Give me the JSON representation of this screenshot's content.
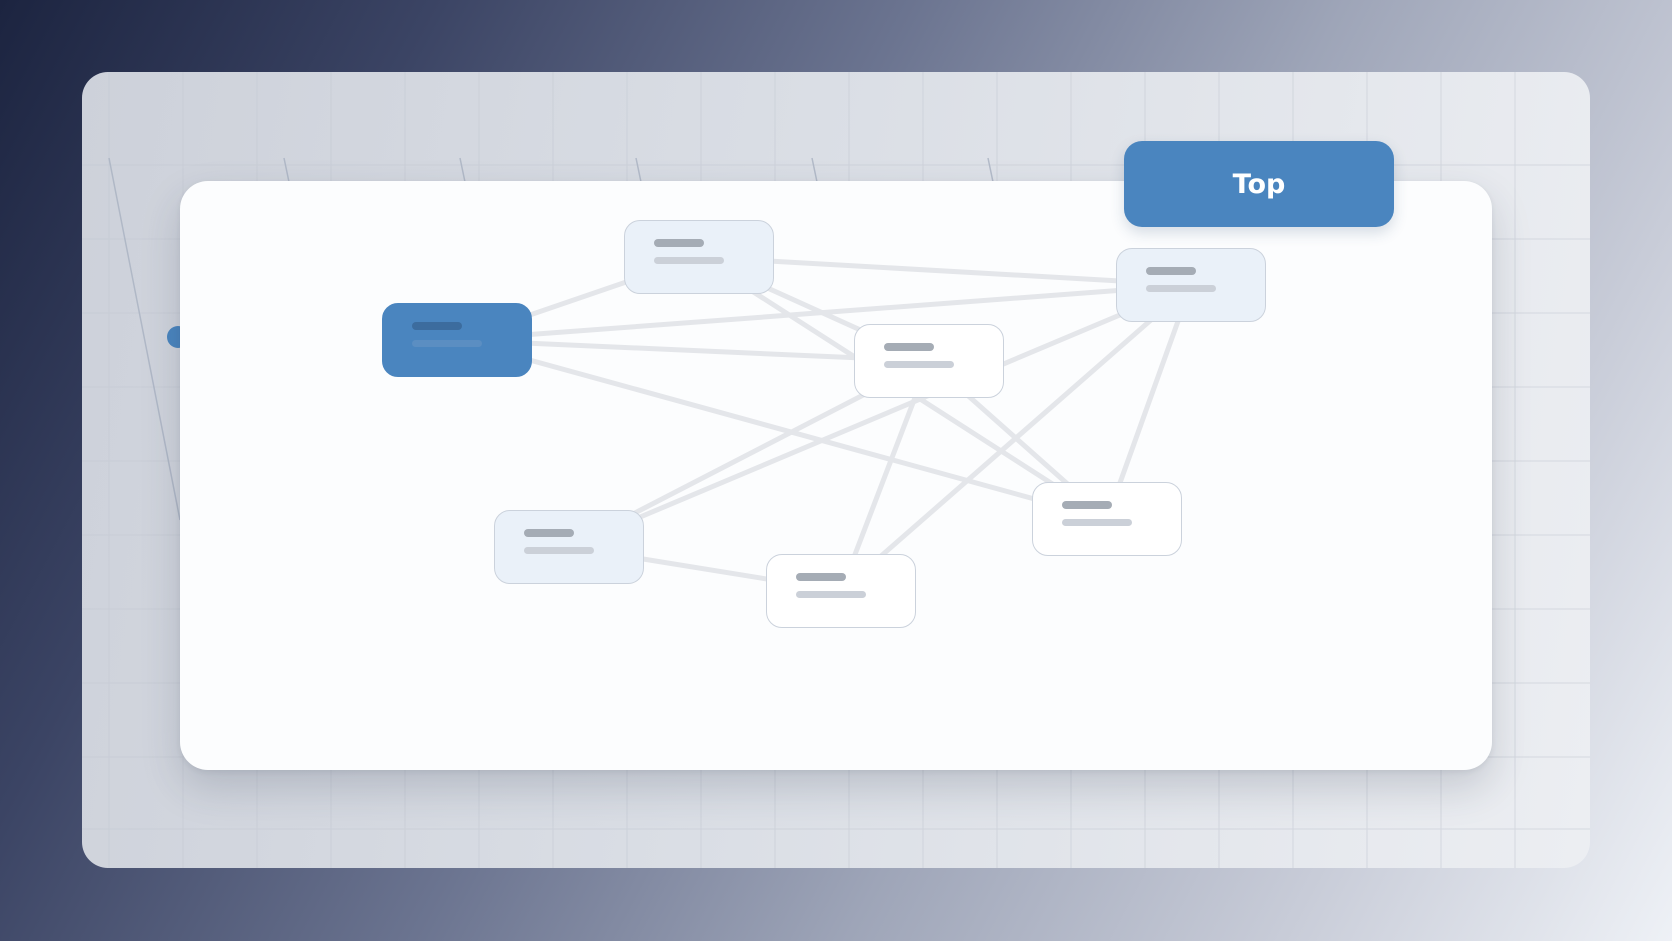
{
  "top_button": {
    "label": "Top"
  },
  "colors": {
    "accent": "#4a85bf",
    "card_background": "#fcfdfe",
    "node_tinted": "#eaf1f9",
    "edge": "#e4e6ea"
  },
  "diagram": {
    "nodes": [
      {
        "id": "n1",
        "style": "accent"
      },
      {
        "id": "n2",
        "style": "tinted"
      },
      {
        "id": "n3",
        "style": "tinted"
      },
      {
        "id": "n4",
        "style": "plain"
      },
      {
        "id": "n5",
        "style": "plain"
      },
      {
        "id": "n6",
        "style": "tinted"
      },
      {
        "id": "n7",
        "style": "plain"
      }
    ],
    "edges": [
      [
        "n1",
        "n3"
      ],
      [
        "n1",
        "n4"
      ],
      [
        "n1",
        "n6"
      ],
      [
        "n1",
        "n7"
      ],
      [
        "n2",
        "n4"
      ],
      [
        "n2",
        "n5"
      ],
      [
        "n2",
        "n6"
      ],
      [
        "n3",
        "n4"
      ],
      [
        "n3",
        "n6"
      ],
      [
        "n3",
        "n7"
      ],
      [
        "n4",
        "n5"
      ],
      [
        "n4",
        "n7"
      ],
      [
        "n5",
        "n6"
      ],
      [
        "n6",
        "n7"
      ]
    ]
  }
}
